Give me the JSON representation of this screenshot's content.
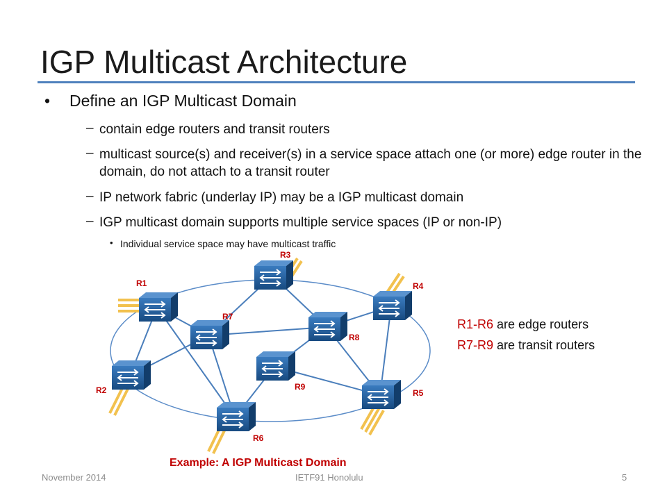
{
  "slide": {
    "title": "IGP Multicast Architecture",
    "bullet_main": "Define an IGP Multicast Domain",
    "sub_bullets": [
      "contain edge routers and transit routers",
      "multicast source(s) and receiver(s) in a service space attach one (or more) edge router in the domain, do not attach to a transit router",
      "IP network fabric (underlay IP) may be a IGP multicast domain",
      "IGP multicast domain supports multiple service spaces (IP or non-IP)"
    ],
    "sub_sub_bullet": "Individual service space may have multicast traffic",
    "dash": "–",
    "dot": "•"
  },
  "diagram": {
    "routers": [
      "R1",
      "R2",
      "R3",
      "R4",
      "R5",
      "R6",
      "R7",
      "R8",
      "R9"
    ],
    "edge_routers": [
      "R1",
      "R2",
      "R3",
      "R4",
      "R5",
      "R6"
    ],
    "transit_routers": [
      "R7",
      "R8",
      "R9"
    ],
    "links": [
      [
        "R1",
        "R7"
      ],
      [
        "R1",
        "R2"
      ],
      [
        "R1",
        "R6"
      ],
      [
        "R7",
        "R3"
      ],
      [
        "R7",
        "R2"
      ],
      [
        "R7",
        "R8"
      ],
      [
        "R7",
        "R6"
      ],
      [
        "R3",
        "R8"
      ],
      [
        "R8",
        "R9"
      ],
      [
        "R8",
        "R5"
      ],
      [
        "R9",
        "R6"
      ],
      [
        "R9",
        "R5"
      ],
      [
        "R5",
        "R4"
      ],
      [
        "R4",
        "R8"
      ]
    ],
    "caption": "Example: A IGP Multicast Domain",
    "legend": [
      {
        "highlight": "R1-R6",
        "text": " are edge routers"
      },
      {
        "highlight": "R7-R9",
        "text": " are transit routers"
      }
    ],
    "colors": {
      "router": "#1f5c99",
      "link": "#4a7ebb",
      "attachment": "#f2c14e",
      "label": "#c00000"
    }
  },
  "footer": {
    "left": "November 2014",
    "center": "IETF91  Honolulu",
    "page": "5"
  }
}
